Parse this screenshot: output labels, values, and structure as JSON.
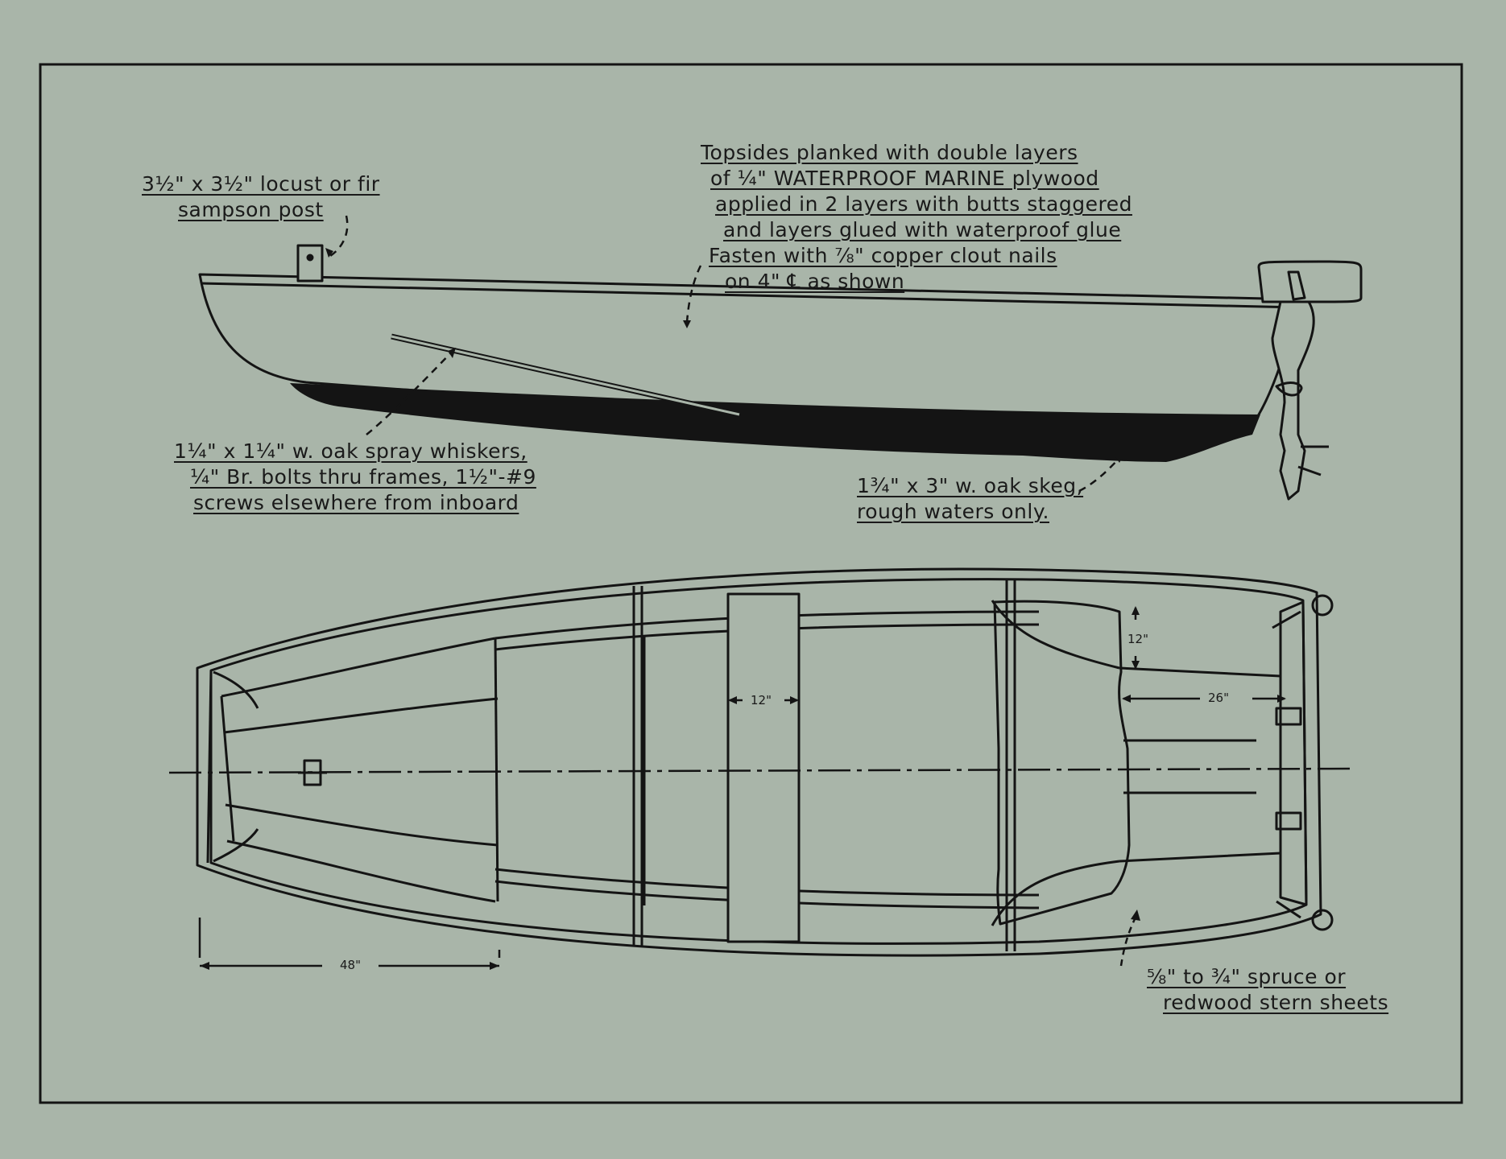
{
  "colors": {
    "paper": "#a9b5a9",
    "ink": "#141414",
    "hull_fill": "#a9b5a9"
  },
  "annotations": {
    "sampson_post": [
      "3½\" x 3½\" locust or fir",
      "sampson post"
    ],
    "topsides": [
      "Topsides planked with double layers",
      "of ¼\" WATERPROOF MARINE plywood",
      "applied in 2 layers with butts staggered",
      "and layers glued with waterproof glue",
      "Fasten with ⅞\" copper clout nails",
      "on 4\" ℄ as shown"
    ],
    "spray_whiskers": [
      "1¼\" x 1¼\" w. oak spray whiskers,",
      "¼\" Br. bolts thru frames, 1½\"-#9",
      "screws elsewhere from inboard"
    ],
    "skeg": [
      "1¾\" x 3\" w. oak skeg,",
      "rough waters only."
    ],
    "stern_sheets": [
      "⅝\" to ¾\" spruce or",
      "redwood stern sheets"
    ]
  },
  "dimensions": {
    "bow_length": "48\"",
    "thwart_width": "12\"",
    "stern_seat_depth": "12\"",
    "stern_seat_width": "26\""
  }
}
